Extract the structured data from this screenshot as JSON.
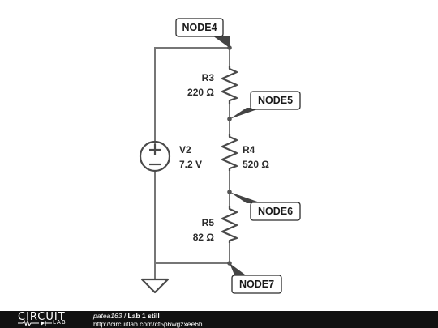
{
  "schematic": {
    "source": {
      "name": "V2",
      "value": "7.2 V"
    },
    "resistors": [
      {
        "name": "R3",
        "value": "220 Ω"
      },
      {
        "name": "R4",
        "value": "520 Ω"
      },
      {
        "name": "R5",
        "value": "82 Ω"
      }
    ],
    "nodes": [
      "NODE4",
      "NODE5",
      "NODE6",
      "NODE7"
    ]
  },
  "footer": {
    "logo_text": "CIRCUIT",
    "logo_sub": "LAB",
    "author": "patea163",
    "separator": " / ",
    "title": "Lab 1 still",
    "url": "http://circuitlab.com/ct5p6wgzxee6h"
  },
  "colors": {
    "wire": "#767676",
    "component": "#4a4a4a",
    "footer_bg": "#111111"
  }
}
